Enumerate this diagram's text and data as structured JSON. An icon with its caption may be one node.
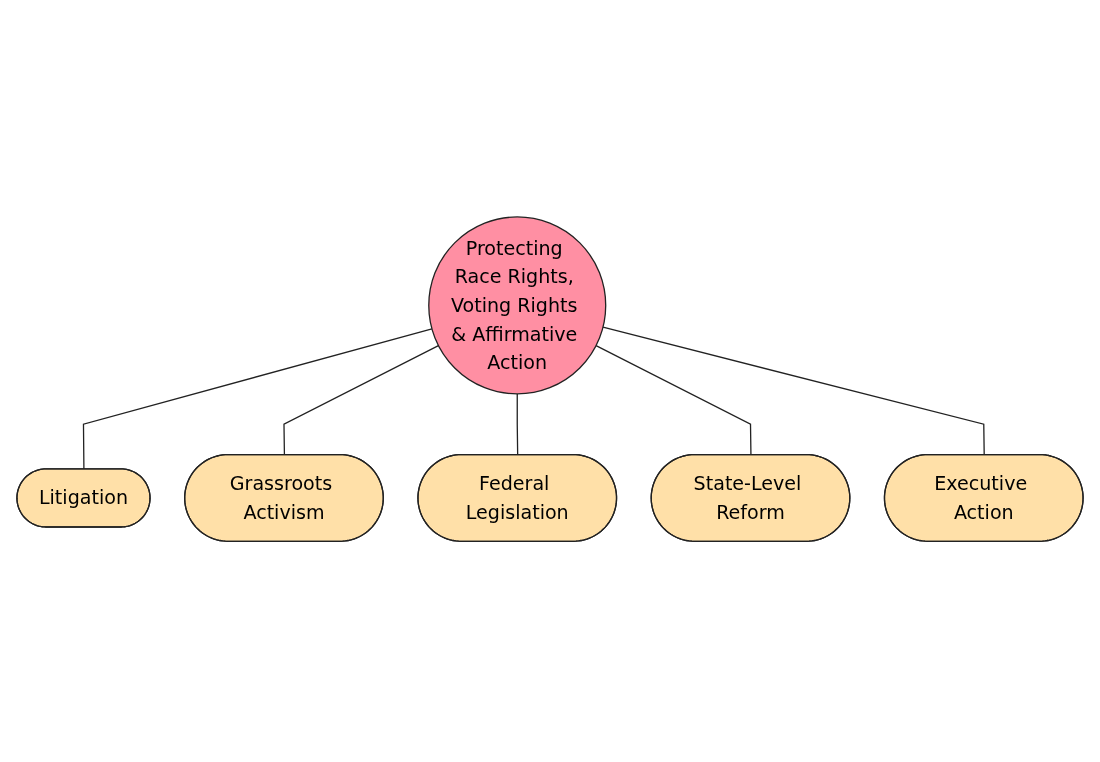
{
  "diagram": {
    "nodes": [
      {
        "text": [
          "Protecting Race Rights, Voting Rights & Affirmative Action"
        ]
      },
      {
        "text": [
          "Litigation"
        ]
      },
      {
        "text": [
          "Grassroots Activism"
        ]
      },
      {
        "text": [
          "Federal Legislation"
        ]
      },
      {
        "text": [
          "State-Level Reform"
        ]
      },
      {
        "text": [
          "Executive Action"
        ]
      }
    ],
    "edges": [
      {
        "from": 0,
        "to": 1,
        "arrow": "none"
      },
      {
        "from": 0,
        "to": 2,
        "arrow": "none"
      },
      {
        "from": 0,
        "to": 3,
        "arrow": "none"
      },
      {
        "from": 0,
        "to": 4,
        "arrow": "none"
      },
      {
        "from": 0,
        "to": 5,
        "arrow": "none"
      }
    ]
  }
}
